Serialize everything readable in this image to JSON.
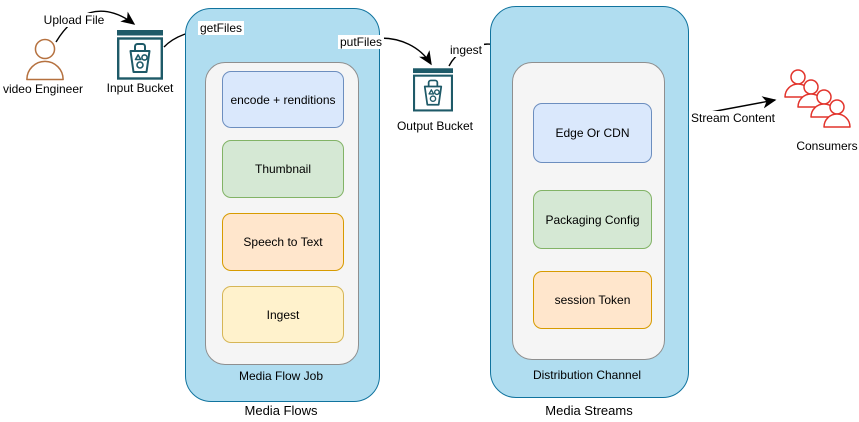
{
  "diagram": {
    "upload_file_label": "Upload File",
    "video_engineer_label": "video Engineer",
    "input_bucket_label": "Input Bucket",
    "get_files_label": "getFiles",
    "put_files_label": "putFiles",
    "output_bucket_label": "Output Bucket",
    "ingest_label": "ingest",
    "stream_content_label": "Stream Content",
    "consumers_label": "Consumers",
    "media_flows": {
      "container_label": "Media Flows",
      "inner_label": "Media Flow Job",
      "steps": [
        {
          "label": "encode + renditions",
          "color": "blue"
        },
        {
          "label": "Thumbnail",
          "color": "green"
        },
        {
          "label": "Speech to Text",
          "color": "orange"
        },
        {
          "label": "Ingest",
          "color": "yellow"
        }
      ]
    },
    "media_streams": {
      "container_label": "Media Streams",
      "inner_label": "Distribution Channel",
      "steps": [
        {
          "label": "Edge Or CDN",
          "color": "blue"
        },
        {
          "label": "Packaging Config",
          "color": "green"
        },
        {
          "label": "session Token",
          "color": "orange"
        }
      ]
    },
    "colors": {
      "container_fill": "#b0ddf0",
      "container_stroke": "#10739e",
      "group_fill": "#f5f5f5",
      "group_stroke": "#8f8f8f",
      "step_blue_fill": "#dae8fc",
      "step_blue_stroke": "#6c8ebf",
      "step_green_fill": "#d5e8d4",
      "step_green_stroke": "#82b366",
      "step_orange_fill": "#ffe6cc",
      "step_orange_stroke": "#d79b00",
      "step_yellow_fill": "#fff2cc",
      "step_yellow_stroke": "#d6b656",
      "bucket_icon": "#1e5a68",
      "engineer_icon": "#b5713f",
      "consumers_icon": "#e2342c",
      "arrow": "#000000"
    }
  }
}
